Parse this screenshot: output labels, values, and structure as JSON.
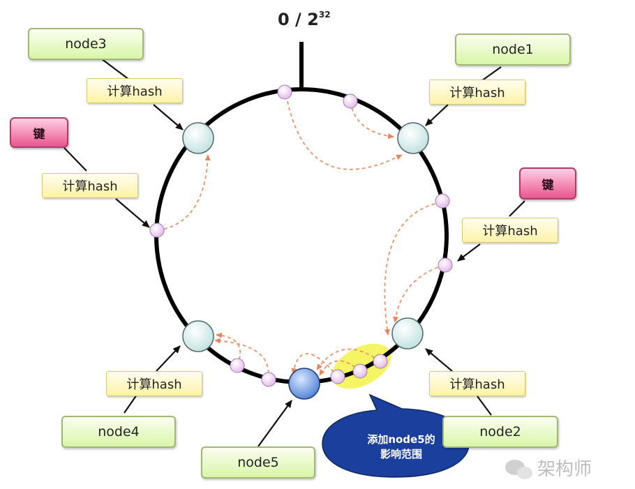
{
  "ring_label": {
    "base": "0 / 2",
    "exp": "32"
  },
  "nodes": {
    "node1": "node1",
    "node2": "node2",
    "node3": "node3",
    "node4": "node4",
    "node5": "node5"
  },
  "hash_label": "计算hash",
  "key_label": "键",
  "callout": {
    "line1": "添加node5的",
    "line2": "影响范围"
  },
  "watermark": "架构师",
  "colors": {
    "ring": "#000000",
    "node_box_fill": "#dff5b0",
    "hash_box_fill": "#fff4b5",
    "key_box_fill": "#f07aa8",
    "arrow_dashed": "#e8956b",
    "callout_fill": "#1a3f9c",
    "highlight": "#f2f24a",
    "new_node": "#5b8fe0"
  }
}
